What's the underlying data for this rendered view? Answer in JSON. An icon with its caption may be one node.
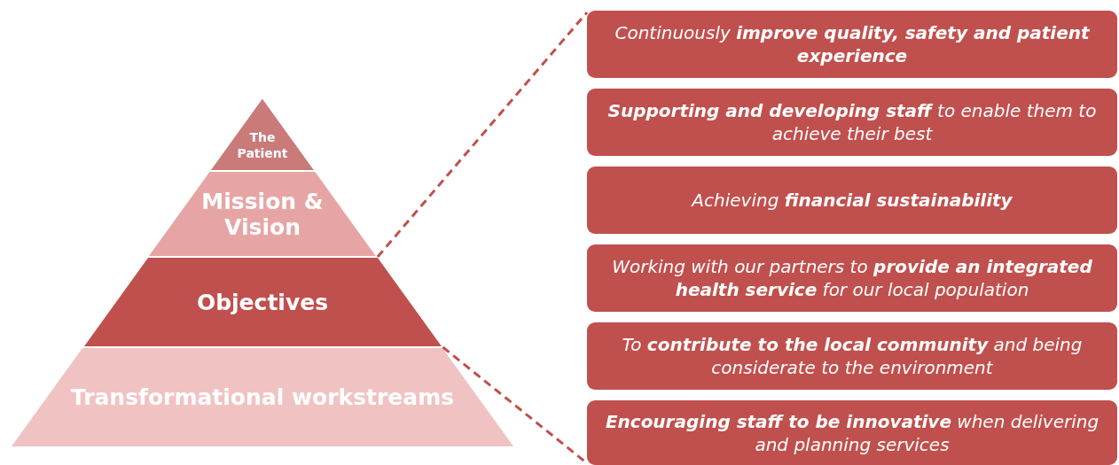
{
  "diagram": {
    "nodes": [
      {
        "text": [
          "The Patient"
        ]
      },
      {
        "text": [
          "Mission & Vision"
        ]
      },
      {
        "text": [
          "Objectives"
        ]
      },
      {
        "text": [
          "Transformational workstreams"
        ]
      },
      {
        "text": [
          "Continuously **improve quality, safety and patient experience**"
        ]
      },
      {
        "text": [
          "**Supporting and developing staff** to enable them to achieve their best"
        ]
      },
      {
        "text": [
          "Achieving **financial sustainability**"
        ]
      },
      {
        "text": [
          "Working with our partners to **provide an integrated health service** for our local population"
        ]
      },
      {
        "text": [
          "To **contribute to the local community** and being considerate to the environment"
        ]
      },
      {
        "text": [
          "**Encouraging staff to be innovative** when delivering and planning services"
        ]
      }
    ],
    "edges": [
      {
        "from": 2,
        "to": 4,
        "arrow": "none",
        "style": "dashed"
      },
      {
        "from": 2,
        "to": 9,
        "arrow": "none",
        "style": "dashed"
      }
    ]
  }
}
